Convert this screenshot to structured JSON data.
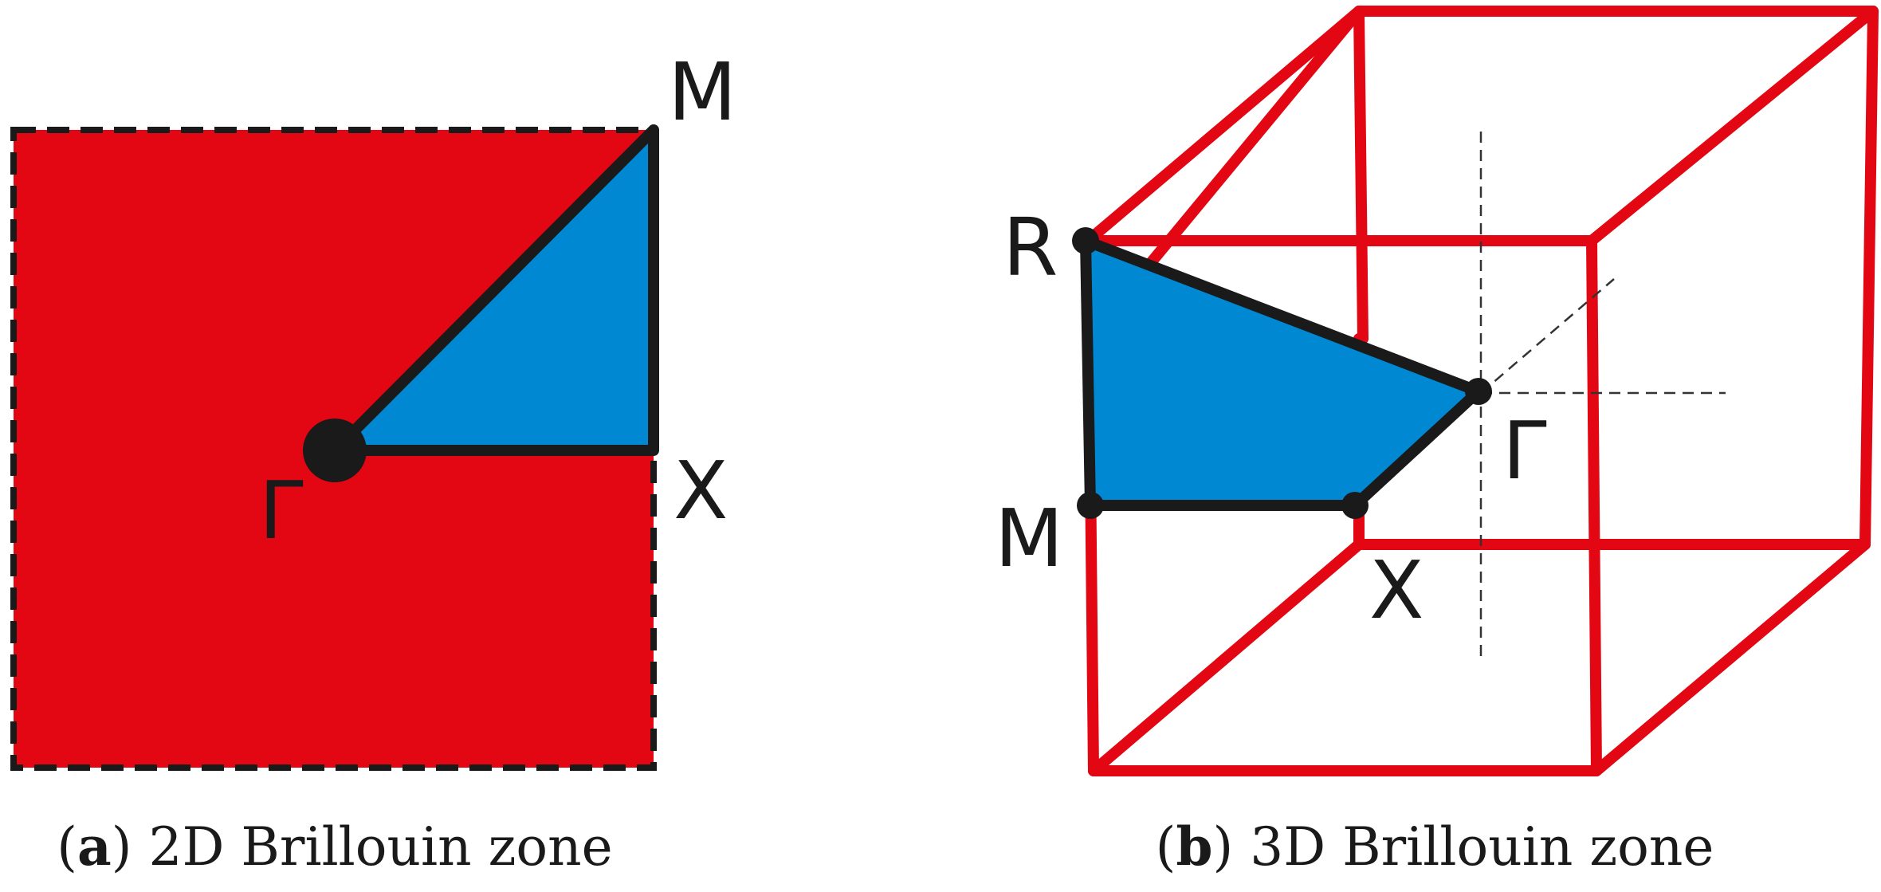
{
  "colors": {
    "zone_red": "#e30613",
    "wedge_blue": "#0089d2",
    "outline": "#1a1a1a",
    "axis": "#333333"
  },
  "panel_a": {
    "labels": {
      "gamma": "Γ",
      "x": "X",
      "m": "M"
    },
    "caption": {
      "open": "(",
      "letter": "a",
      "close": ")",
      "text": " 2D Brillouin zone"
    }
  },
  "panel_b": {
    "labels": {
      "r": "R",
      "gamma": "Γ",
      "m": "M",
      "x": "X"
    },
    "caption": {
      "open": "(",
      "letter": "b",
      "close": ")",
      "text": " 3D Brillouin zone"
    }
  }
}
